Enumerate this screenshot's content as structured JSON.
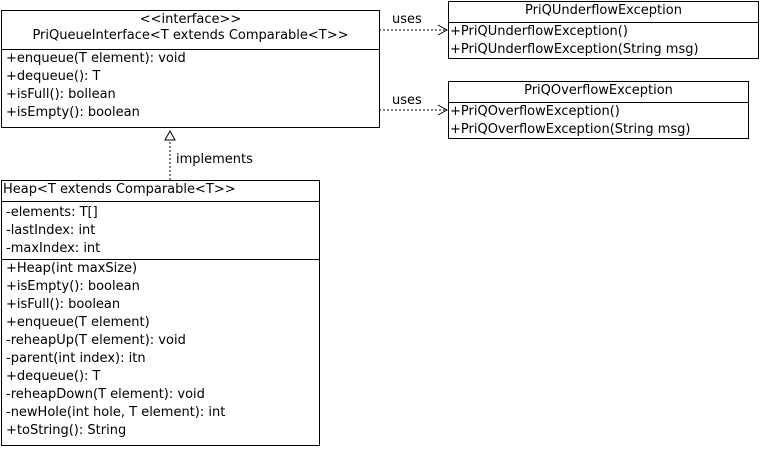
{
  "interface_class": {
    "stereotype": "<<interface>>",
    "name": "PriQueueInterface<T extends Comparable<T>>",
    "operations": [
      "+enqueue(T element): void",
      "+dequeue(): T",
      "+isFull(): bollean",
      "+isEmpty(): boolean"
    ]
  },
  "underflow_class": {
    "name": "PriQUnderflowException",
    "operations": [
      "+PriQUnderflowException()",
      "+PriQUnderflowException(String msg)"
    ]
  },
  "overflow_class": {
    "name": "PriQOverflowException",
    "operations": [
      "+PriQOverflowException()",
      "+PriQOverflowException(String msg)"
    ]
  },
  "heap_class": {
    "name": "Heap<T extends Comparable<T>>",
    "attributes": [
      "-elements: T[]",
      "-lastIndex: int",
      "-maxIndex: int"
    ],
    "operations": [
      "+Heap(int maxSize)",
      "+isEmpty(): boolean",
      "+isFull(): boolean",
      "+enqueue(T element)",
      "-reheapUp(T element): void",
      "-parent(int index): itn",
      "+dequeue(): T",
      "-reheapDown(T element): void",
      "-newHole(int hole, T element): int",
      "+toString(): String"
    ]
  },
  "relations": {
    "uses_underflow": "uses",
    "uses_overflow": "uses",
    "implements": "implements"
  }
}
